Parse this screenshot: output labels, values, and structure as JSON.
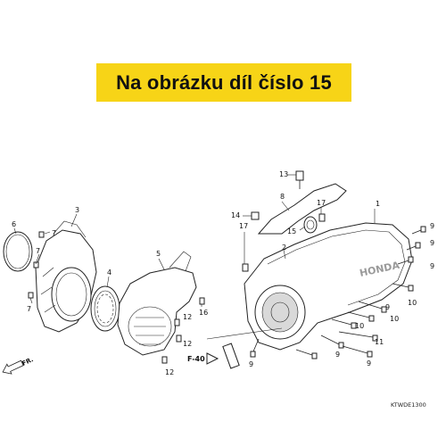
{
  "banner": {
    "text": "Na obrázku díl číslo 15",
    "color": "#f7d417"
  },
  "callouts": {
    "c1": "1",
    "c2": "2",
    "c3": "3",
    "c4": "4",
    "c5": "5",
    "c6": "6",
    "c7a": "7",
    "c7b": "7",
    "c7c": "7",
    "c8": "8",
    "c9a": "9",
    "c9b": "9",
    "c9c": "9",
    "c9d": "9",
    "c9e": "9",
    "c9f": "9",
    "c9g": "9",
    "c10a": "10",
    "c10b": "10",
    "c10c": "10",
    "c11": "11",
    "c12a": "12",
    "c12b": "12",
    "c12c": "12",
    "c13": "13",
    "c14": "14",
    "c15": "15",
    "c16": "16",
    "c17a": "17",
    "c17b": "17"
  },
  "reference": "F-40",
  "direction_label": "FR.",
  "diagram_code": "KTWDE1300"
}
